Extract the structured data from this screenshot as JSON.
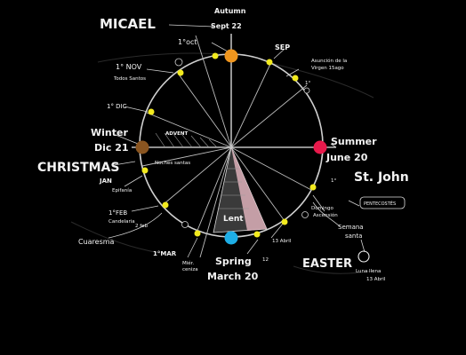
{
  "labels": {
    "micael": "MICAEL",
    "autumn": "Autumn",
    "autumn_date": "Sept 22",
    "oct1": "1°oct",
    "sep": "SEP",
    "asuncion1": "Asunción de la",
    "asuncion2": "Virgen 15ago",
    "ago_mark": "1°",
    "nov1": "1° NOV",
    "todos": "Todos Santos",
    "dic1": "1° DIC",
    "winter": "Winter",
    "winter_date": "Dic 21",
    "advent": "ADVENT",
    "noches": "Noches santas",
    "christmas": "CHRISTMAS",
    "jan": "JAN",
    "epifania": "Epifanía",
    "feb1": "1°FEB",
    "candelaria1": "Candelaria",
    "candelaria2": "2 feb",
    "cuaresma": "Cuaresma",
    "lent": "Lent",
    "mar1": "1°MAR",
    "miercoles1": "Miér.",
    "miercoles2": "ceniza",
    "spring": "Spring",
    "spring_date": "March 20",
    "abril13": "13 Abril",
    "num12": "12",
    "easter": "EASTER",
    "luna1": "Luna llena",
    "luna2": "13 Abril",
    "summer": "Summer",
    "summer_date": "June 20",
    "stjohn": "St. John",
    "pentecost": "PENTECOSTÉS",
    "jun1": "1°",
    "ascension1": "Domingo",
    "ascension2": "Ascensión",
    "semana1": "Semana",
    "semana2": "santa"
  },
  "colors": {
    "autumn": "#f0961e",
    "winter": "#8a5520",
    "spring": "#1eaee6",
    "summer": "#e8194b",
    "marker": "#f2ea1e",
    "lent_tint": "#e7b8c2"
  },
  "icons": {
    "autumn_marker": "orange-dot",
    "winter_marker": "brown-dot",
    "spring_marker": "blue-dot",
    "summer_marker": "red-dot",
    "full_moon": "circle-outline"
  }
}
